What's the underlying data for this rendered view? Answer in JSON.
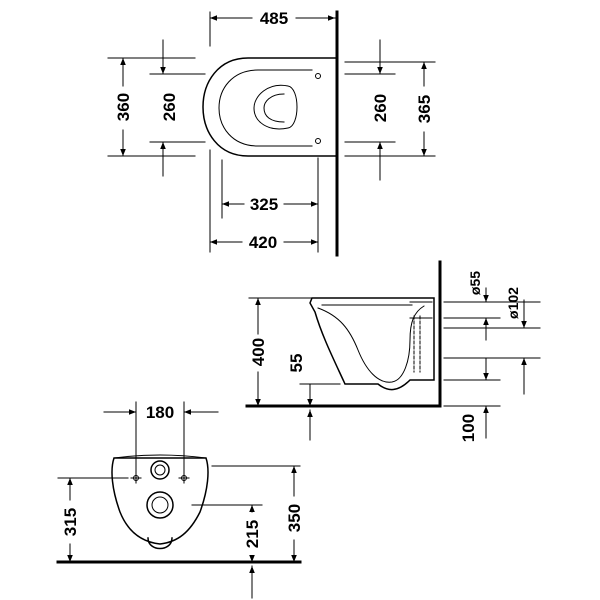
{
  "top_view": {
    "dim_depth": "485",
    "dim_width_left": "360",
    "dim_seat_left": "260",
    "dim_seat_right": "260",
    "dim_width_right": "365",
    "dim_bowl_depth": "325",
    "dim_body_depth": "420"
  },
  "side_view": {
    "dim_height": "400",
    "dim_outlet_height": "55",
    "dim_pipe_55": "ø55",
    "dim_pipe_102": "ø102",
    "dim_floor_gap": "100"
  },
  "front_view": {
    "dim_bolt_spacing": "180",
    "dim_rim_height_left": "315",
    "dim_bolt_height": "215",
    "dim_rim_height_right": "350"
  }
}
